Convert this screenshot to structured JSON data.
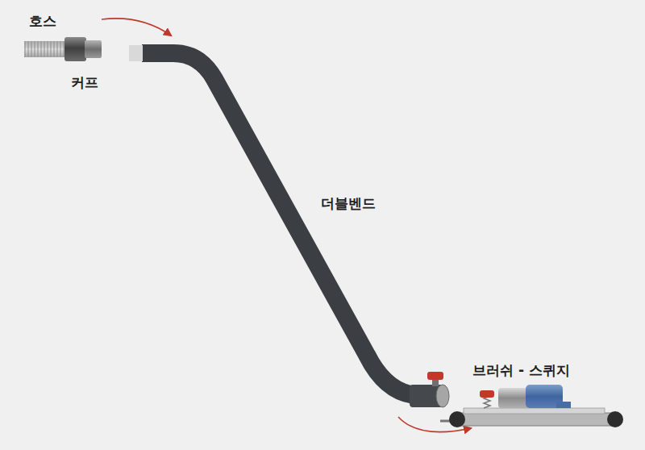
{
  "diagram": {
    "labels": [
      "호스",
      "커프",
      "더블벤드",
      "브러쉬 - 스퀴지"
    ]
  }
}
